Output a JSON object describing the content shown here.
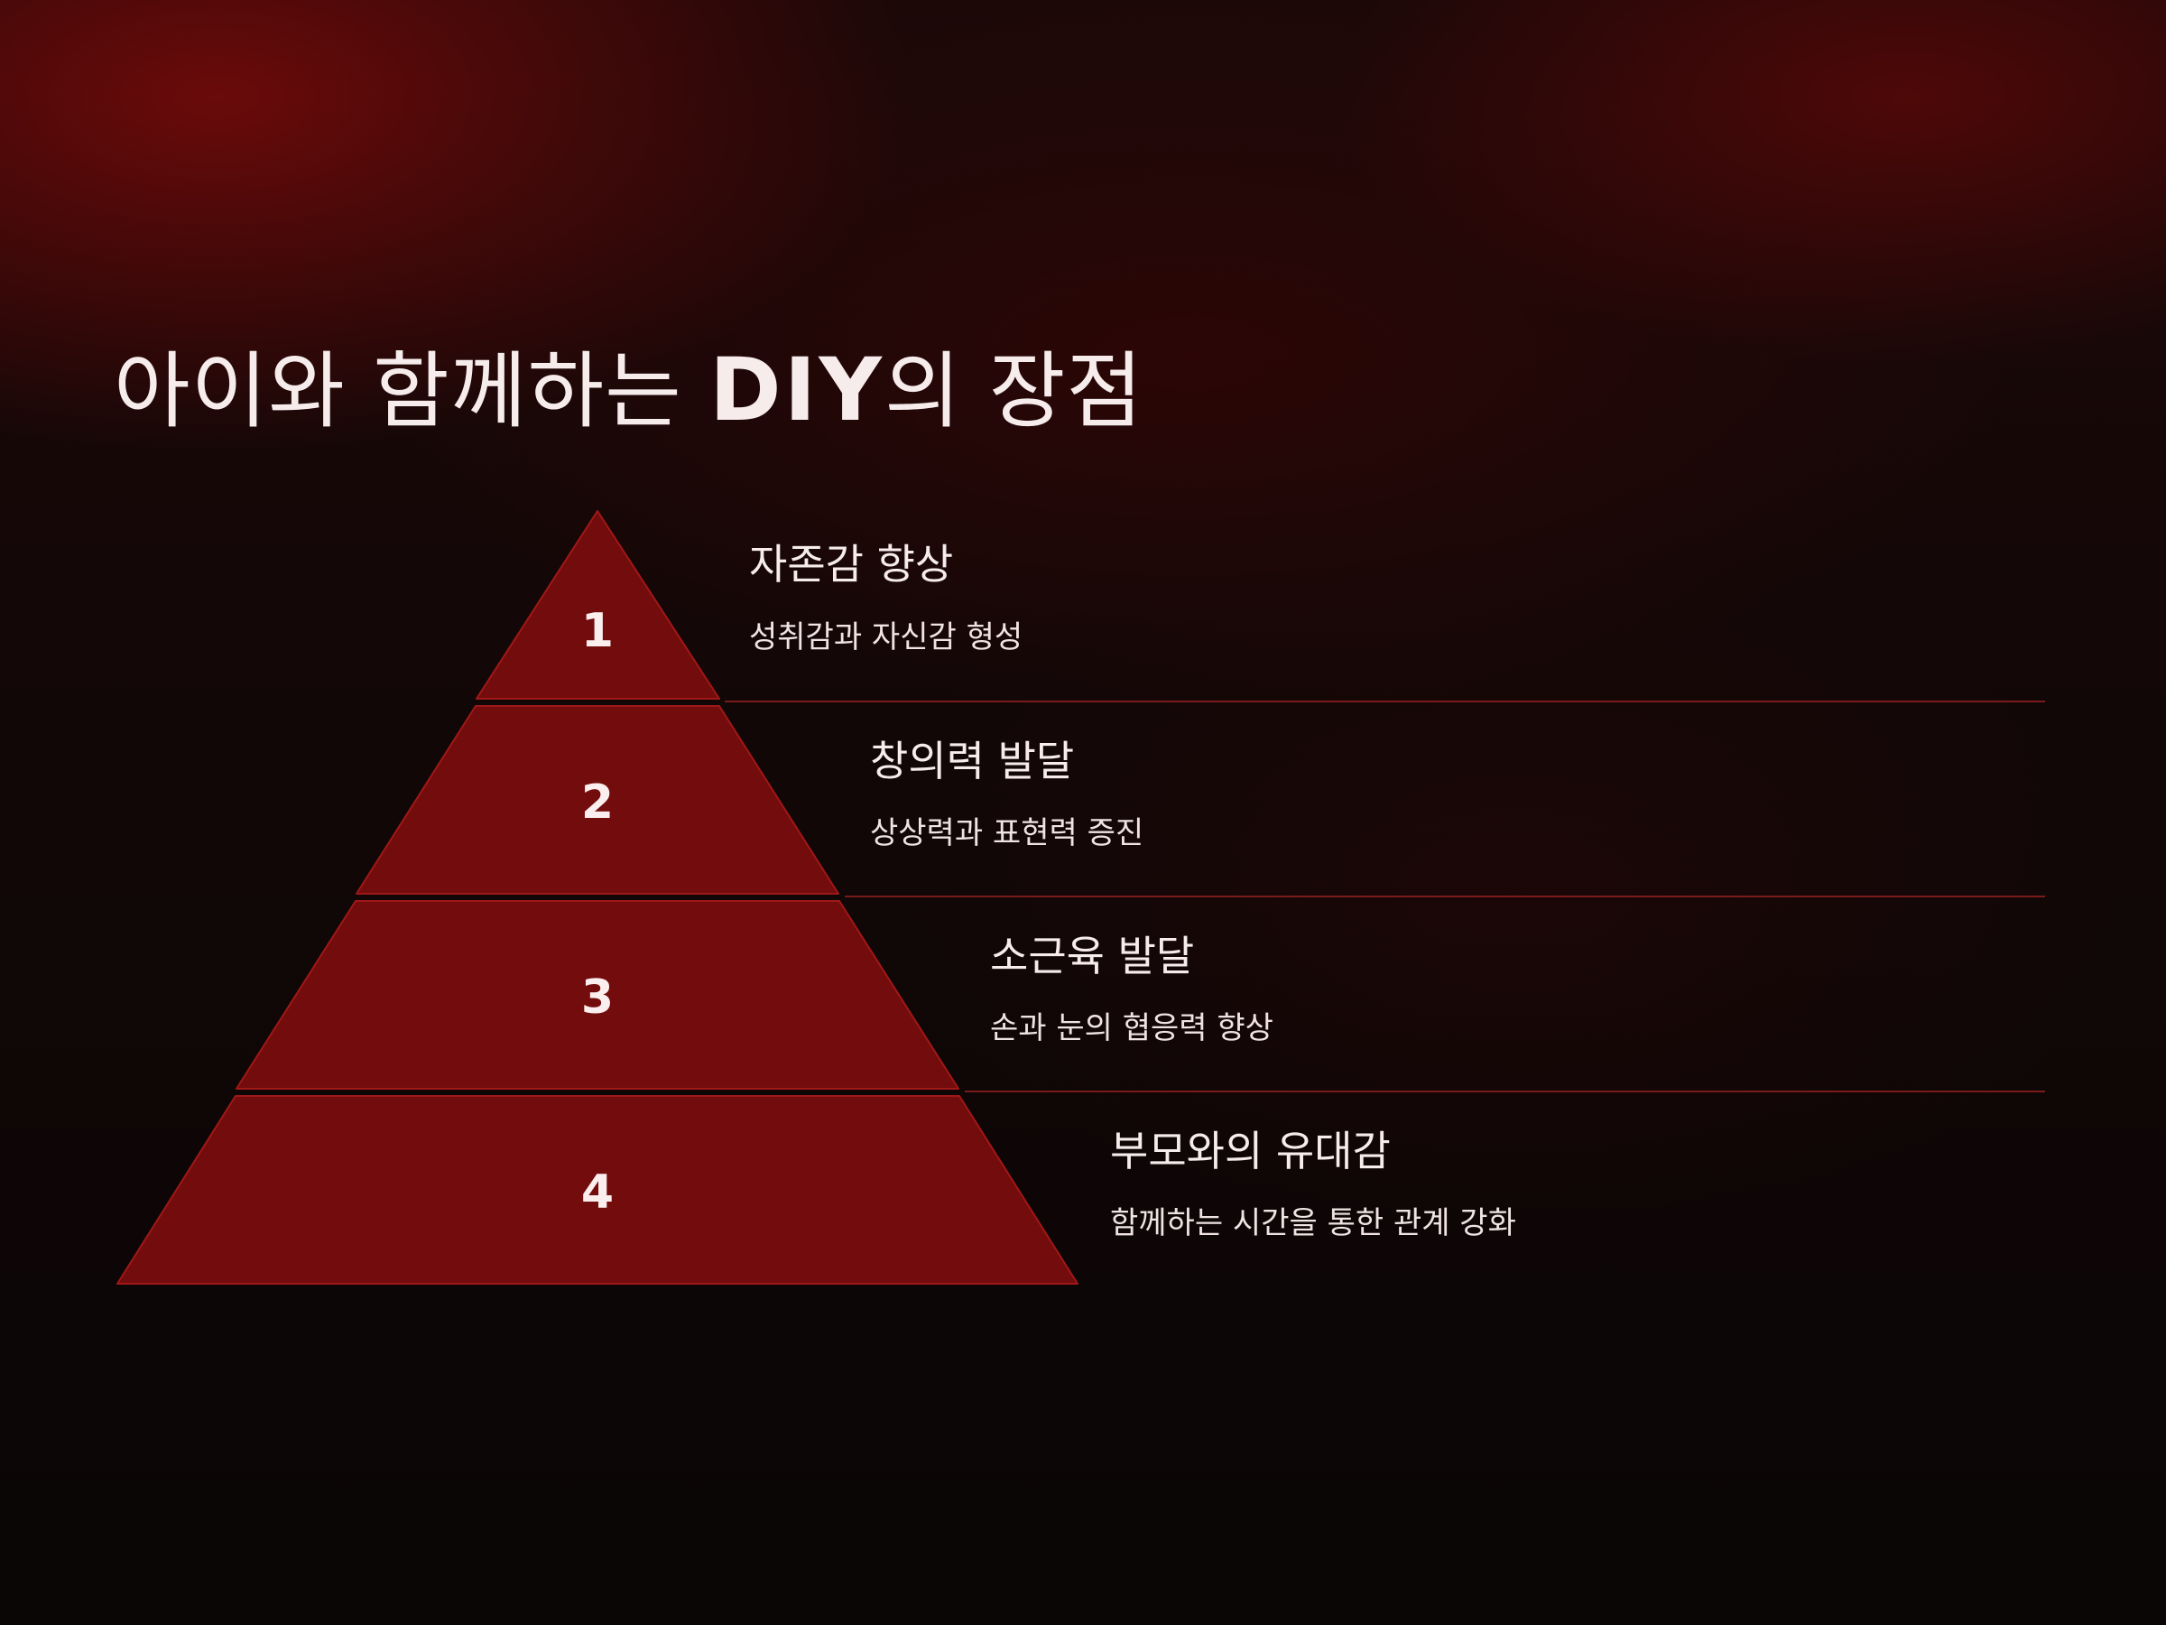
{
  "slide": {
    "title_prefix": "아이와 함께하는 ",
    "title_strong": "DIY",
    "title_suffix": "의 장점"
  },
  "pyramid": {
    "fill_color": "#730c0c",
    "edge_color": "#a01818",
    "divider_color": "#7a1a1a",
    "tiers": [
      {
        "number": "1",
        "title": "자존감 향상",
        "description": "성취감과 자신감 형성"
      },
      {
        "number": "2",
        "title": "창의력 발달",
        "description": "상상력과 표현력 증진"
      },
      {
        "number": "3",
        "title": "소근육 발달",
        "description": "손과 눈의 협응력 향상"
      },
      {
        "number": "4",
        "title": "부모와의 유대감",
        "description": "함께하는 시간을 통한 관계 강화"
      }
    ]
  }
}
